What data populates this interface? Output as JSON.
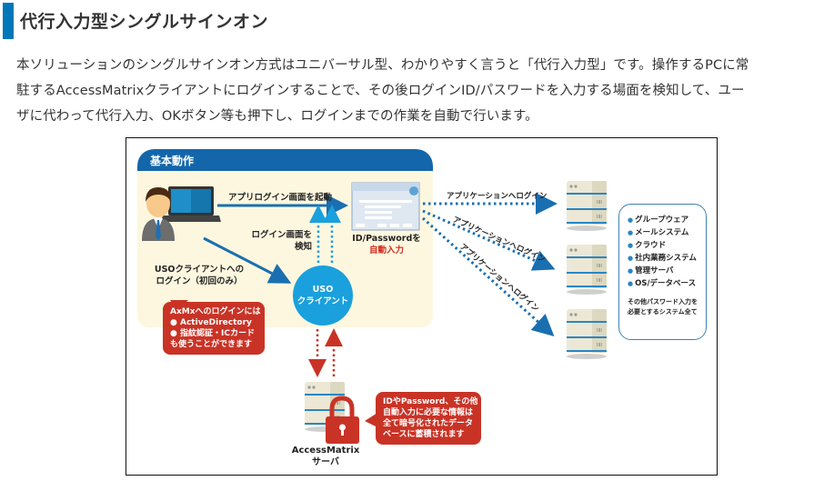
{
  "heading": {
    "title": "代行入力型シングルサインオン",
    "accent_color": "#0077b8"
  },
  "description": {
    "lines": [
      "本ソリューションのシングルサインオン方式はユニバーサル型、わかりやすく言うと「代行入力型」です。操作するPCに常",
      "駐するAccessMatrixクライアントにログインすることで、その後ログインID/パスワードを入力する場面を検知して、ユー",
      "ザに代わって代行入力、OKボタン等も押下し、ログインまでの作業を自動で行います。"
    ]
  },
  "diagram": {
    "panel_title": "基本動作",
    "labels": {
      "launch_app_login": "アプリログイン画面を起動",
      "detect_login_line1": "ログイン画面を",
      "detect_login_line2": "検知",
      "id_password": "ID/Passwordを",
      "auto_input": "自動入力",
      "uso_login_line1": "USOクライアントへの",
      "uso_login_line2": "ログイン（初回のみ）",
      "uso_client_line1": "USO",
      "uso_client_line2": "クライアント",
      "app_login_1": "アプリケーションへログイン",
      "app_login_2": "アプリケーションへログイン",
      "app_login_3": "アプリケーションへログイン",
      "server_name_line1": "AccessMatrix",
      "server_name_line2": "サーバ"
    },
    "axmx_bubble": {
      "lines": [
        "AxMxへのログインには",
        "● ActiveDirectory",
        "● 指紋認証・ICカード",
        "も使うことができます"
      ]
    },
    "encrypt_bubble": {
      "lines": [
        "IDやPassword、その他",
        "自動入力に必要な情報は",
        "全て暗号化されたデータ",
        "ベースに蓄積されます"
      ]
    },
    "systems": {
      "items": [
        "グループウェア",
        "メールシステム",
        "クラウド",
        "社内業務システム",
        "管理サーバ",
        "OS/データベース"
      ],
      "note_line1": "その他パスワード入力を",
      "note_line2": "必要とするシステム全て"
    },
    "icons": {
      "user": "user-at-laptop-icon",
      "login_dialog": "login-dialog-screenshot",
      "app_server": "server-icon",
      "lock": "lock-icon"
    },
    "colors": {
      "panel_header": "#1466aa",
      "panel_bg": "#fdf7df",
      "uso_circle": "#1aa0dd",
      "bubble_red": "#c93326",
      "arrow_blue": "#1a6fb0",
      "arrow_dotted_blue": "#1a6fb0",
      "arrow_dotted_red": "#c93326"
    }
  }
}
